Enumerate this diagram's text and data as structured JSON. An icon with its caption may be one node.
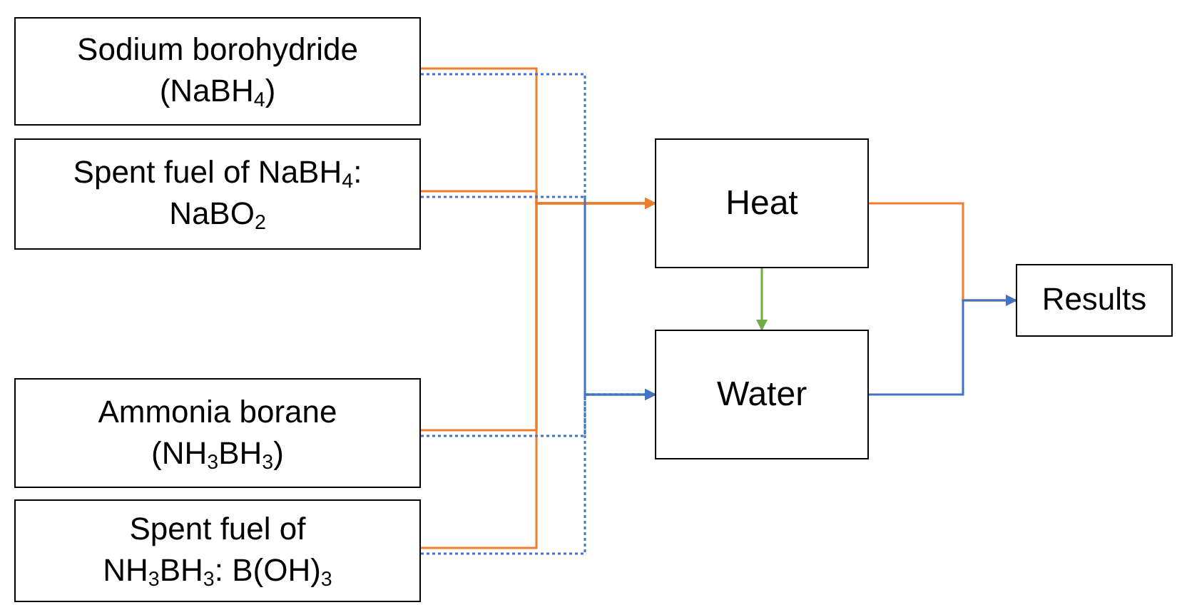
{
  "diagram": {
    "nodes": [
      {
        "text": [
          "Sodium borohydride (NaBH$_{4}$)"
        ]
      },
      {
        "text": [
          "Spent fuel of NaBH$_{4}$: NaBO$_{2}$"
        ]
      },
      {
        "text": [
          "Ammonia borane (NH$_{3}$BH$_{3}$)"
        ]
      },
      {
        "text": [
          "Spent fuel of NH$_{3}$BH$_{3}$: B(OH)$_{3}$"
        ]
      },
      {
        "text": [
          "Heat"
        ]
      },
      {
        "text": [
          "Water"
        ]
      },
      {
        "text": [
          "Results"
        ]
      }
    ],
    "edges": [
      {
        "from": 0,
        "to": 4,
        "arrow": "to",
        "color": "#ed7d31"
      },
      {
        "from": 1,
        "to": 4,
        "arrow": "to",
        "color": "#ed7d31"
      },
      {
        "from": 2,
        "to": 4,
        "arrow": "to",
        "color": "#ed7d31"
      },
      {
        "from": 3,
        "to": 4,
        "arrow": "to",
        "color": "#ed7d31"
      },
      {
        "from": 0,
        "to": 5,
        "arrow": "to",
        "style": "dashed",
        "color": "#4472c4"
      },
      {
        "from": 1,
        "to": 5,
        "arrow": "to",
        "style": "dashed",
        "color": "#4472c4"
      },
      {
        "from": 2,
        "to": 5,
        "arrow": "to",
        "style": "dashed",
        "color": "#4472c4"
      },
      {
        "from": 3,
        "to": 5,
        "arrow": "to",
        "style": "dashed",
        "color": "#4472c4"
      },
      {
        "from": 4,
        "to": 5,
        "arrow": "to",
        "color": "#70ad47"
      },
      {
        "from": 4,
        "to": 6,
        "arrow": "to",
        "color": "#ed7d31"
      },
      {
        "from": 5,
        "to": 6,
        "arrow": "to",
        "color": "#4472c4"
      }
    ]
  }
}
